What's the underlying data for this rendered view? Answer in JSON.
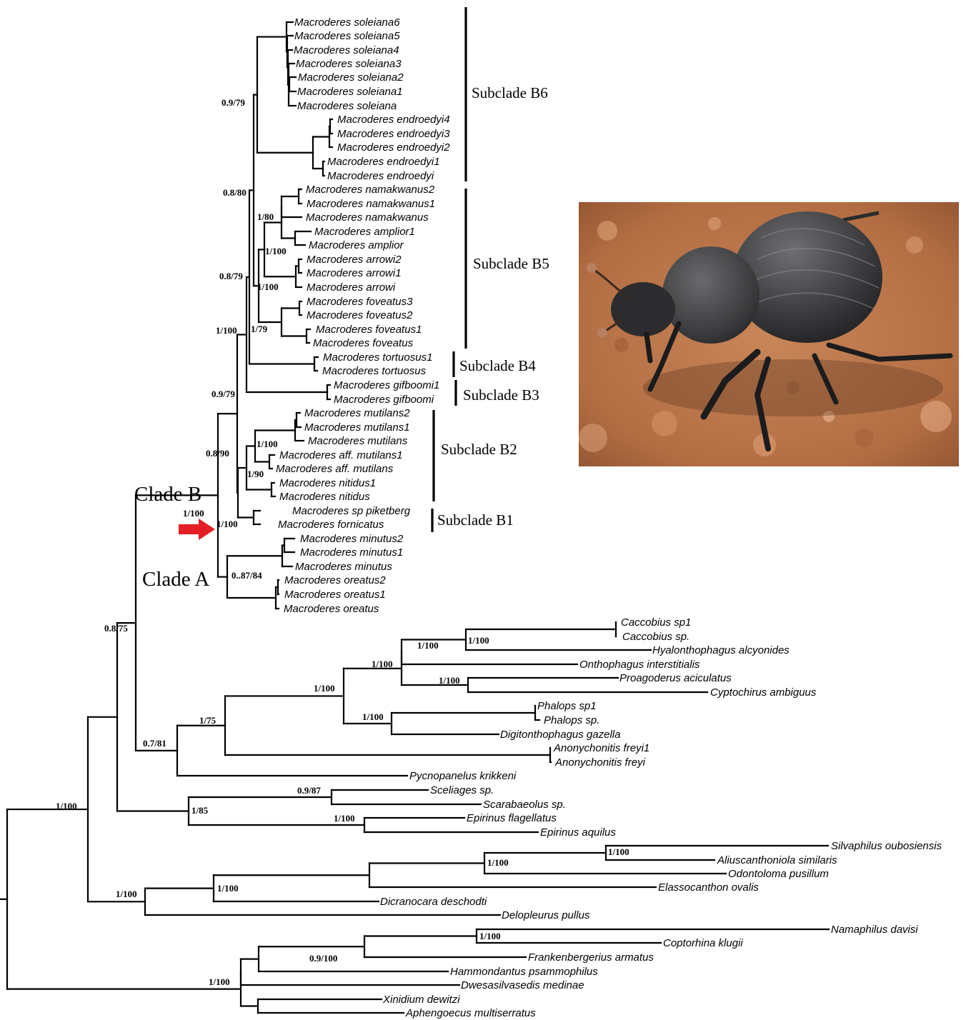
{
  "taxa": [
    "Macroderes soleiana6",
    "Macroderes soleiana5",
    "Macroderes soleiana4",
    "Macroderes soleiana3",
    "Macroderes soleiana2",
    "Macroderes soleiana1",
    "Macroderes soleiana",
    "Macroderes endroedyi4",
    "Macroderes endroedyi3",
    "Macroderes endroedyi2",
    "Macroderes endroedyi1",
    "Macroderes endroedyi",
    "Macroderes namakwanus2",
    "Macroderes namakwanus1",
    "Macroderes namakwanus",
    "Macroderes amplior1",
    "Macroderes amplior",
    "Macroderes arrowi2",
    "Macroderes arrowi1",
    "Macroderes arrowi",
    "Macroderes foveatus3",
    "Macroderes foveatus2",
    "Macroderes foveatus1",
    "Macroderes foveatus",
    "Macroderes tortuosus1",
    "Macroderes tortuosus",
    "Macroderes gifboomi1",
    "Macroderes gifboomi",
    "Macroderes mutilans2",
    "Macroderes mutilans1",
    "Macroderes mutilans",
    "Macroderes aff. mutilans1",
    "Macroderes aff. mutilans",
    "Macroderes nitidus1",
    "Macroderes nitidus",
    "Macroderes sp piketberg",
    "Macroderes fornicatus",
    "Macroderes minutus2",
    "Macroderes minutus1",
    "Macroderes minutus",
    "Macroderes oreatus2",
    "Macroderes oreatus1",
    "Macroderes oreatus",
    "Caccobius sp1",
    "Caccobius sp.",
    "Hyalonthophagus alcyonides",
    "Onthophagus interstitialis",
    "Proagoderus aciculatus",
    "Cyptochirus ambiguus",
    "Phalops sp1",
    "Phalops sp.",
    "Digitonthophagus gazella",
    "Anonychonitis freyi1",
    "Anonychonitis freyi",
    "Pycnopanelus krikkeni",
    "Sceliages sp.",
    "Scarabaeolus sp.",
    "Epirinus flagellatus",
    "Epirinus aquilus",
    "Silvaphilus oubosiensis",
    "Aliuscanthoniola similaris",
    "Odontoloma pusillum",
    "Elassocanthon ovalis",
    "Dicranocara deschodti",
    "Delopleurus pullus",
    "Namaphilus davisi",
    "Coptorhina klugii",
    "Frankenbergerius armatus",
    "Hammondantus psammophilus",
    "Dwesasilvasedis medinae",
    "Xinidium dewitzi",
    "Aphengoecus multiserratus"
  ],
  "supports": [
    "0.9/79",
    "0.8/80",
    "1/80",
    "1/100",
    "0.8/79",
    "1/100",
    "1/100",
    "1/79",
    "0.9/79",
    "0.8/90",
    "1/100",
    "1/90",
    "1/100",
    "1/100",
    "0..87/84",
    "0.8/75",
    "1/100",
    "1/100",
    "1/100",
    "1/100",
    "1/100",
    "1/100",
    "1/75",
    "0.7/81",
    "0.9/87",
    "1/85",
    "1/100",
    "1/100",
    "1/100",
    "1/100",
    "1/100",
    "1/100",
    "1/100",
    "0.9/100",
    "1/100"
  ],
  "subclades": [
    "Subclade B6",
    "Subclade B5",
    "Subclade B4",
    "Subclade B3",
    "Subclade B2",
    "Subclade B1"
  ],
  "clades": [
    "Clade B",
    "Clade A"
  ],
  "colors": {
    "arrow": "#e31e24",
    "lines": "#000000"
  }
}
